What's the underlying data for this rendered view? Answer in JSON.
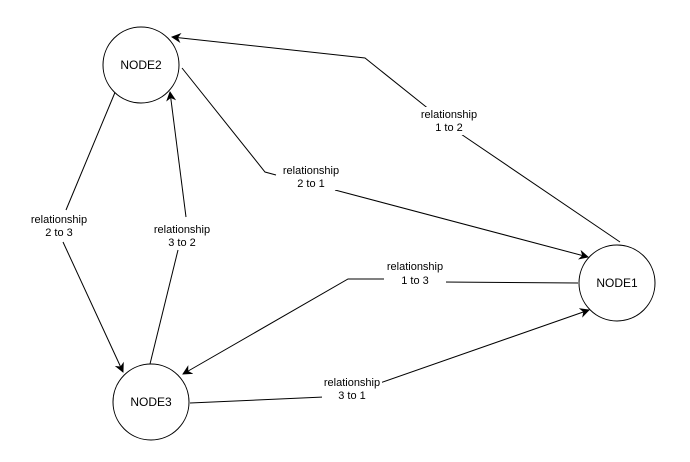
{
  "diagram": {
    "nodes": [
      {
        "id": "NODE1",
        "label": "NODE1"
      },
      {
        "id": "NODE2",
        "label": "NODE2"
      },
      {
        "id": "NODE3",
        "label": "NODE3"
      }
    ],
    "edges": [
      {
        "id": "e12",
        "from": "NODE1",
        "to": "NODE2",
        "label_line1": "relationship",
        "label_line2": "1 to 2"
      },
      {
        "id": "e21",
        "from": "NODE2",
        "to": "NODE1",
        "label_line1": "relationship",
        "label_line2": "2 to 1"
      },
      {
        "id": "e13",
        "from": "NODE1",
        "to": "NODE3",
        "label_line1": "relationship",
        "label_line2": "1 to 3"
      },
      {
        "id": "e31",
        "from": "NODE3",
        "to": "NODE1",
        "label_line1": "relationship",
        "label_line2": "3 to 1"
      },
      {
        "id": "e23",
        "from": "NODE2",
        "to": "NODE3",
        "label_line1": "relationship",
        "label_line2": "2 to 3"
      },
      {
        "id": "e32",
        "from": "NODE3",
        "to": "NODE2",
        "label_line1": "relationship",
        "label_line2": "3 to 2"
      }
    ]
  },
  "colors": {
    "stroke": "#000000",
    "background": "#ffffff"
  }
}
